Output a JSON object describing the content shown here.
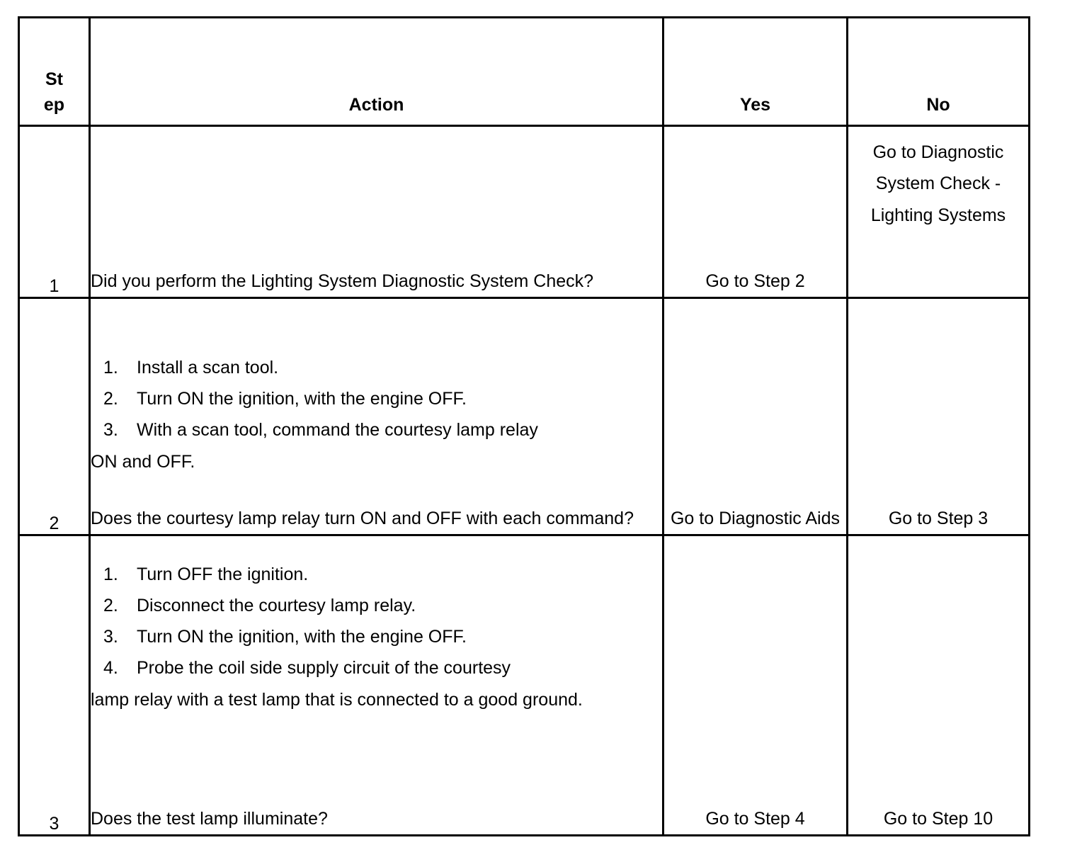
{
  "table": {
    "headers": {
      "step_line1": "St",
      "step_line2": "ep",
      "action": "Action",
      "yes": "Yes",
      "no": "No"
    },
    "rows": [
      {
        "step": "1",
        "action": {
          "question": "Did you perform the Lighting System Diagnostic System Check?",
          "items": []
        },
        "yes": "Go to Step 2",
        "no": "Go to Diagnostic System Check - Lighting Systems"
      },
      {
        "step": "2",
        "action": {
          "items": [
            {
              "num": "1.",
              "text": "Install a scan tool."
            },
            {
              "num": "2.",
              "text": "Turn ON the ignition, with the engine OFF."
            },
            {
              "num": "3.",
              "text": "With a scan tool, command the courtesy lamp relay",
              "wrap": "ON and OFF."
            }
          ],
          "question": " Does the courtesy lamp relay turn ON and OFF with each command?"
        },
        "yes": "Go to Diagnostic Aids",
        "no": "Go to Step 3"
      },
      {
        "step": "3",
        "action": {
          "items": [
            {
              "num": "1.",
              "text": "Turn OFF the ignition."
            },
            {
              "num": "2.",
              "text": "Disconnect the courtesy lamp relay."
            },
            {
              "num": "3.",
              "text": "Turn ON the ignition, with the engine OFF."
            },
            {
              "num": "4.",
              "text": "Probe the coil side supply circuit of the courtesy",
              "wrap": "lamp relay with a test lamp that is connected to a good ground."
            }
          ],
          "question": " Does the test lamp illuminate?"
        },
        "yes": "Go to Step 4",
        "no": "Go to Step 10"
      }
    ]
  },
  "colors": {
    "border": "#000000",
    "text": "#000000",
    "background": "#ffffff"
  }
}
